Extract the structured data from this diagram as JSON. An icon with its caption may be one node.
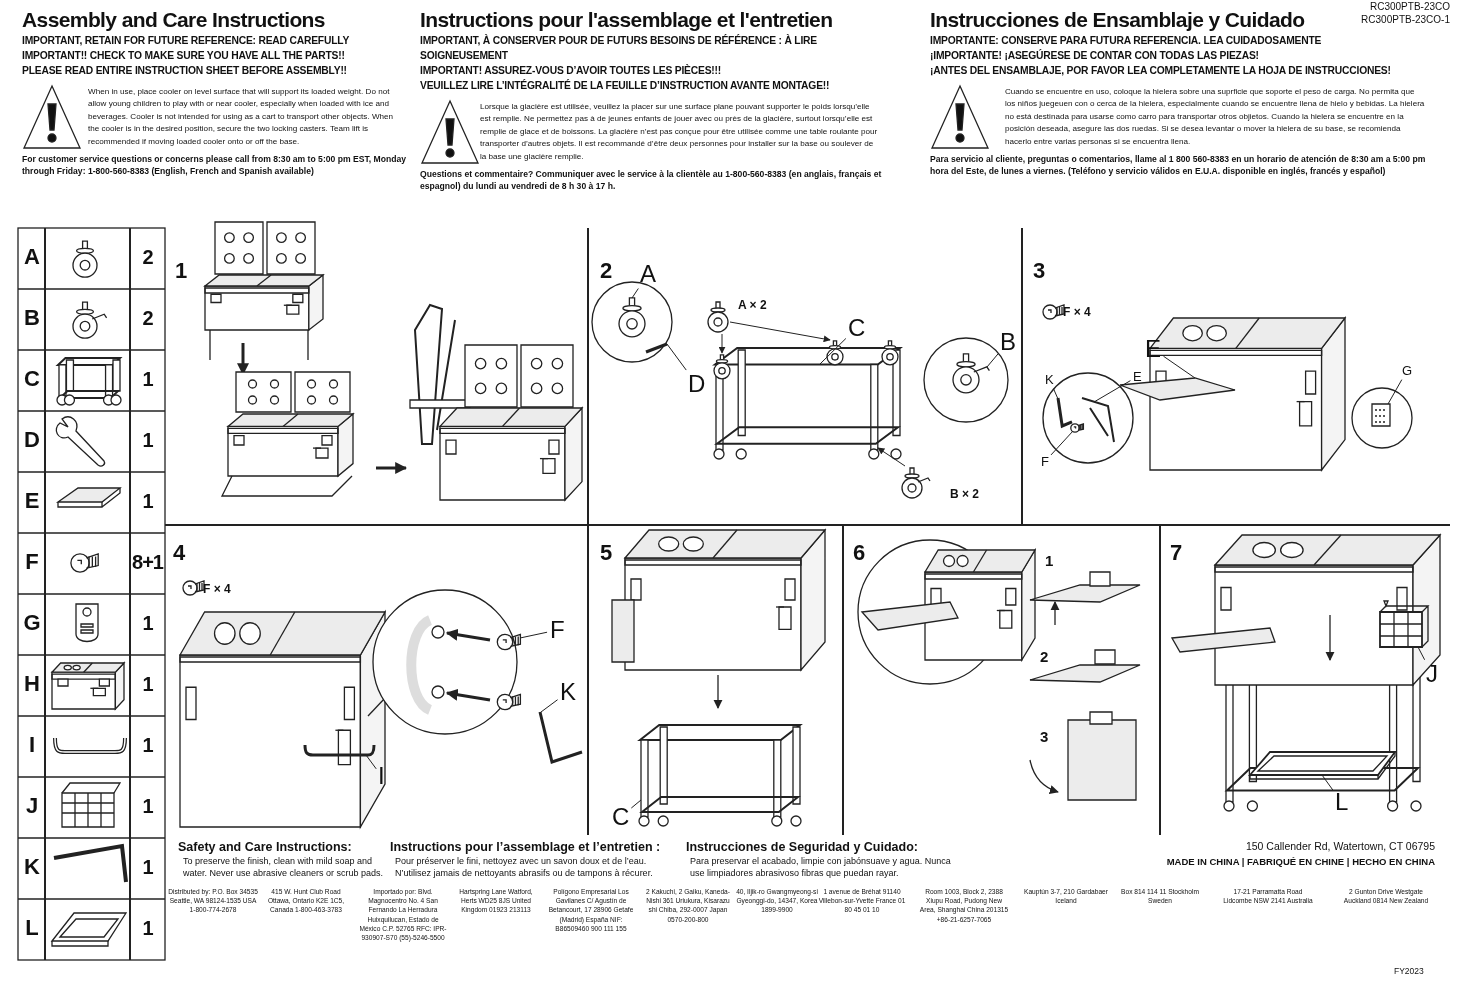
{
  "diagram": {
    "nodes": [
      {
        "text": [
          "A"
        ]
      },
      {
        "text": [
          "D"
        ]
      },
      {
        "text": [
          "C"
        ]
      },
      {
        "text": [
          "B"
        ]
      },
      {
        "text": [
          "E"
        ]
      },
      {
        "text": [
          "K"
        ]
      },
      {
        "text": [
          "E"
        ]
      },
      {
        "text": [
          "F"
        ]
      },
      {
        "text": [
          "G"
        ]
      },
      {
        "text": [
          "F"
        ]
      },
      {
        "text": [
          "K"
        ]
      },
      {
        "text": [
          "I"
        ]
      },
      {
        "text": [
          "C"
        ]
      },
      {
        "text": [
          "J"
        ]
      },
      {
        "text": [
          "L"
        ]
      },
      {
        "text": [],
        "shape": "picture"
      },
      {
        "text": [],
        "shape": "picture"
      },
      {
        "text": [],
        "shape": "picture"
      },
      {
        "text": [],
        "shape": "picture"
      },
      {
        "text": [],
        "shape": "picture"
      },
      {
        "text": [],
        "shape": "picture"
      },
      {
        "text": [],
        "shape": "picture"
      },
      {
        "text": [],
        "shape": "picture"
      },
      {
        "text": [],
        "shape": "picture"
      },
      {
        "text": [],
        "shape": "picture"
      },
      {
        "text": [],
        "shape": "picture"
      },
      {
        "text": [],
        "shape": "picture"
      },
      {
        "text": [],
        "shape": "picture"
      },
      {
        "text": [],
        "shape": "box"
      },
      {
        "text": [],
        "shape": "box"
      },
      {
        "text": [],
        "shape": "picture"
      },
      {
        "text": [],
        "shape": "picture"
      }
    ],
    "edges": [
      {
        "from": 0,
        "to": 15,
        "arrow": "none"
      },
      {
        "from": 1,
        "to": 16,
        "arrow": "none"
      },
      {
        "from": 2,
        "to": 17,
        "arrow": "none"
      },
      {
        "from": 3,
        "to": 18,
        "arrow": "none"
      },
      {
        "from": 4,
        "to": 19,
        "arrow": "none"
      },
      {
        "from": 5,
        "to": 20,
        "arrow": "none"
      },
      {
        "from": 6,
        "to": 21,
        "arrow": "none"
      },
      {
        "from": 7,
        "to": 22,
        "arrow": "none"
      },
      {
        "from": 8,
        "to": 23,
        "arrow": "none"
      },
      {
        "from": 9,
        "to": 24,
        "arrow": "none"
      },
      {
        "from": 10,
        "to": 25,
        "arrow": "none"
      },
      {
        "from": 11,
        "to": 26,
        "arrow": "none"
      },
      {
        "from": 12,
        "to": 27,
        "arrow": "none"
      },
      {
        "from": 13,
        "to": 28,
        "arrow": "none"
      },
      {
        "from": 14,
        "to": 29,
        "arrow": "none"
      },
      {
        "from": 30,
        "to": 17,
        "arrow": "to"
      },
      {
        "from": 30,
        "to": 17,
        "arrow": "to"
      },
      {
        "from": 31,
        "to": 17,
        "arrow": "to"
      }
    ],
    "labels": [
      "RC300PTB-23CO",
      "RC300PTB-23CO-1",
      "Assembly and Care Instructions",
      "IMPORTANT, RETAIN FOR FUTURE REFERENCE:  READ CAREFULLY",
      "IMPORTANT!! CHECK TO MAKE SURE YOU HAVE ALL THE PARTS!!",
      "PLEASE READ ENTIRE INSTRUCTION SHEET BEFORE ASSEMBLY!!",
      "When in use, place cooler on level surface that will support its loaded weight. Do not allow young children to play with or near cooler, especially when loaded with ice and beverages. Cooler is not intended for using as a cart to transport other objects. When the cooler is in the desired position, secure the two locking casters. Team lift is recommended if moving loaded cooler onto or off the base.",
      "For customer service questions or concerns please call from 8:30 am to 5:00 pm EST, Monday through Friday: 1-800-560-8383 (English, French and Spanish available)",
      "Instructions pour l'assemblage et l'entretien",
      "IMPORTANT, À CONSERVER POUR DE FUTURS BESOINS DE RÉFÉRENCE : À LIRE SOIGNEUSEMENT",
      "IMPORTANT! ASSUREZ-VOUS D’AVOIR TOUTES LES PIÈCES!!!",
      "VEUILLEZ LIRE L’INTÉGRALITÉ DE LA FEUILLE D’INSTRUCTION AVANTE MONTAGE!!",
      "Lorsque la glacière est utilisée, veuillez la placer sur une surface plane pouvant supporter le poids lorsqu’elle est remplie. Ne permettez pas à de jeunes enfants de jouer avec ou près de la glacière, surtout lorsqu’elle est remplie de glace et de boissons. La glacière n’est pas conçue pour être utilisée comme une table roulante pour transporter d’autres objets. Il est recommandé d’être deux personnes pour installer sur la base ou soulever de la base une glacière remplie.",
      "Questions et commentaire? Communiquer avec le service à la clientèle au 1-800-560-8383 (en anglais, français et espagnol) du lundi au vendredi de 8 h 30 à 17 h.",
      "Instrucciones de Ensamblaje y Cuidado",
      "IMPORTANTE: CONSERVE PARA FUTURA REFERENCIA. LEA CUIDADOSAMENTE",
      "¡IMPORTANTE! ¡ASEGÚRESE DE CONTAR CON TODAS LAS PIEZAS!",
      "¡ANTES DEL ENSAMBLAJE, POR FAVOR LEA COMPLETAMENTE LA HOJA DE INSTRUCCIONES!",
      "Cuando se encuentre en uso, coloque la hielera sobre una suprficie que soporte el peso de carga. No permita que los niños juegeuen con o cerca de la hielera, especialmente cuando se encuentre llena de hielo y bebidas. La hielera no está destinada para usarse como carro para transportar otros objietos. Cuando la hielera se encuentre en la posición deseada, asegure las dos ruedas. Si se desea levantar o mover la hielera de su base, se recomienda hacerlo entre varias personas si se encuentra llena.",
      "Para servicio al cliente, preguntas o comentarios, llame al 1 800 560-8383 en un horario de atención de 8:30 am a 5:00 pm hora del Este, de lunes a viernes. (Teléfono y servicio válidos en E.U.A. disponible en inglés, francés y español)",
      "A",
      "2",
      "B",
      "2",
      "C",
      "1",
      "D",
      "1",
      "E",
      "1",
      "F",
      "8+1",
      "G",
      "1",
      "H",
      "1",
      "I",
      "1",
      "J",
      "1",
      "K",
      "1",
      "L",
      "1",
      "1",
      "2",
      "A × 2",
      "B × 2",
      "3",
      "F × 4",
      "4",
      "F × 4",
      "5",
      "6",
      "1",
      "2",
      "3",
      "7",
      "Safety and Care Instructions:",
      "To preserve the finish, clean with mild soap and water. Never use abrasive cleaners or scrub pads.",
      "Instructions pour l’assemblage et l’entretien :",
      "Pour préserver le fini, nettoyez avec un savon doux et de l’eau. N’utilisez jamais de nettoyants abrasifs ou de tampons à récurer.",
      "Instrucciones de Seguridad y Cuidado:",
      "Para preservar el acabado, limpie con jabónsuave y agua. Nunca use limpiadores abrasivoso fibras que puedan rayar.",
      "150 Callender Rd, Watertown, CT 06795",
      "MADE IN CHINA | FABRIQUÉ EN CHINE | HECHO EN CHINA",
      "Distributed by: P.O. Box 34535 Seattle, WA 98124-1535 USA 1-800-774-2678",
      "415 W. Hunt Club Road Ottawa, Ontario K2E 1C5, Canada 1-800-463-3783",
      "Importado por: Blvd. Magnocentro No. 4 San Fernando La Herradura Huixquilucan, Estado de México C.P. 52765 RFC: IPR-930907-S70 (55)-5246-5500",
      "Hartspring Lane Watford, Herts WD25 8JS United Kingdom 01923 213113",
      "Polígono Empresarial Los Gavilanes C/ Agustín de Betancourt, 17 28906 Getafe (Madrid) España NIF: B86509460 900 111 155",
      "2 Kakuchi, 2 Gaiku, Kaneda-Nishi 361 Uriukura, Kisarazu shi Chiba, 292-0007 Japan 0570-200-800",
      "40, Iljik-ro Gwangmyeong-si Gyeonggi-do, 14347, Korea 1899-9900",
      "1 avenue de Bréhat 91140 Villebon-sur-Yvette France 01 80 45 01 10",
      "Room 1003, Block 2, 2388 Xiupu Road, Pudong New Area, Shanghai China 201315 +86-21-6257-7065",
      "Kauptún 3-7, 210 Gardabaer Iceland",
      "Box 814 114 11 Stockholm Sweden",
      "17-21 Parramatta Road Lidcombe NSW 2141 Australia",
      "2 Gunton Drive Westgate Auckland 0814 New Zealand",
      "FY2023"
    ]
  }
}
